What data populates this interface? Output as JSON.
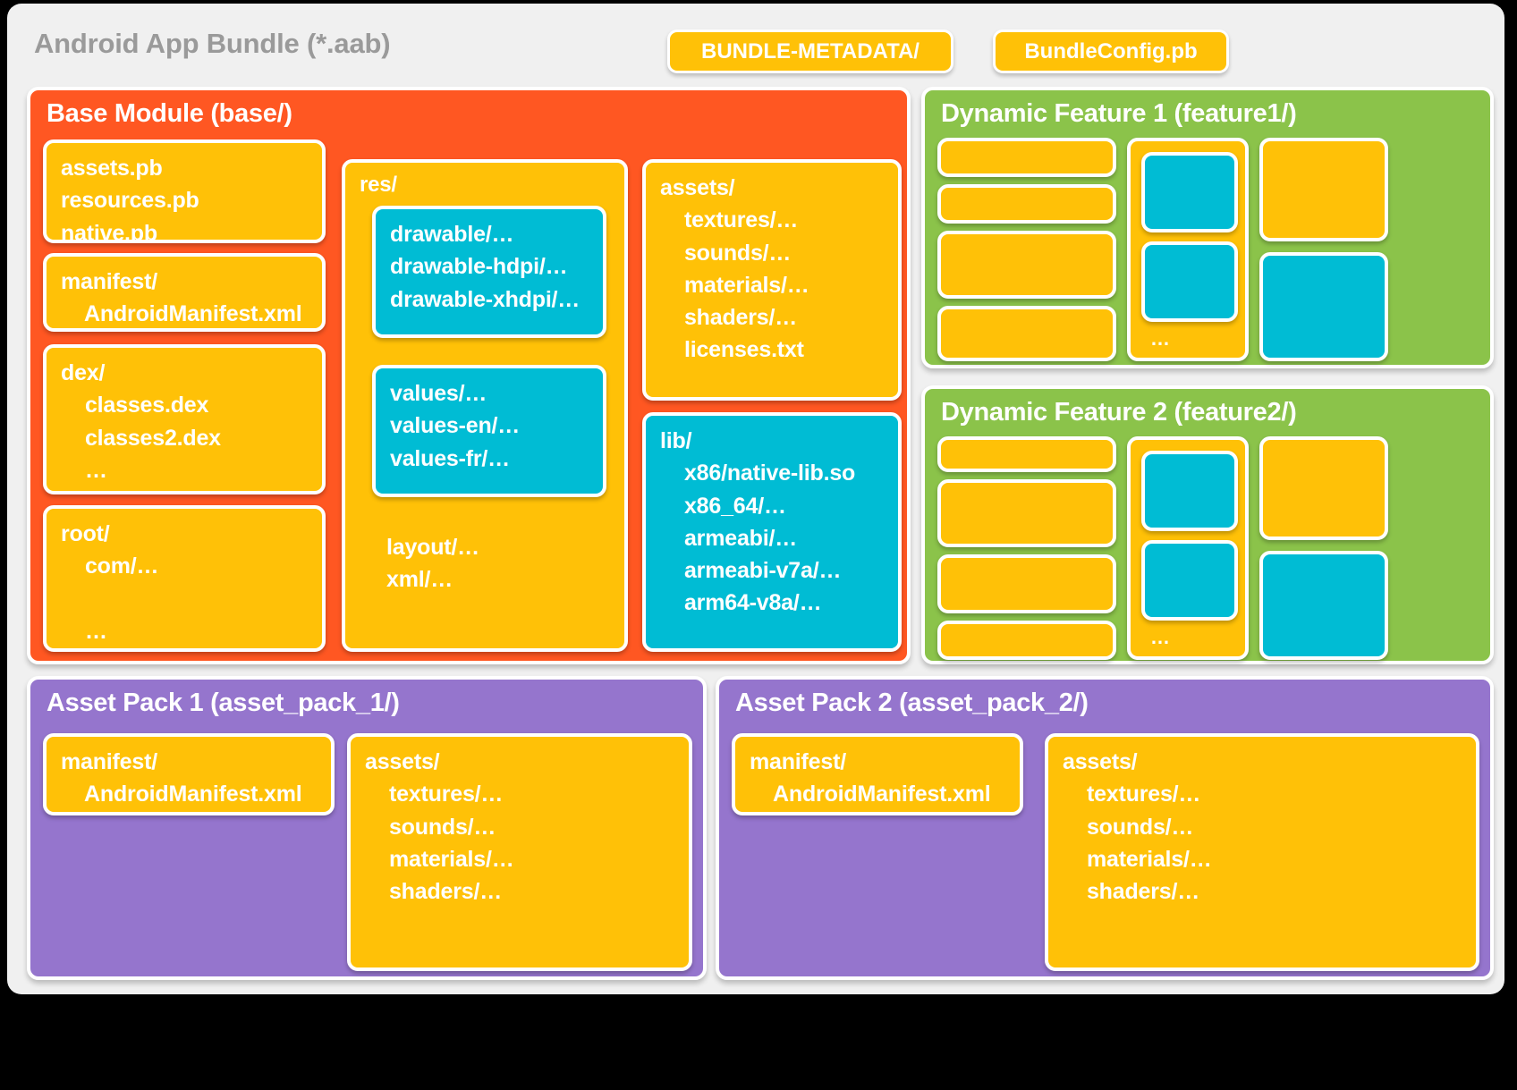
{
  "header": {
    "title": "Android App Bundle (*.aab)",
    "chips": [
      {
        "label": "BUNDLE-METADATA/"
      },
      {
        "label": "BundleConfig.pb"
      }
    ]
  },
  "colors": {
    "background": "#000000",
    "card": "#F0F0F0",
    "base_module": "#FF5722",
    "dynamic_feature": "#8BC34A",
    "asset_pack": "#9575CD",
    "yellow_box": "#FFC107",
    "cyan_box": "#00BCD4",
    "title_text": "#9A9A9A",
    "box_text": "#FFFFFF"
  },
  "base_module": {
    "title": "Base Module (base/)",
    "column_1": [
      {
        "name": "protos-box",
        "color": "yellow",
        "text": "assets.pb\nresources.pb\nnative.pb"
      },
      {
        "name": "manifest-box",
        "color": "yellow",
        "text": "manifest/\n    AndroidManifest.xml"
      },
      {
        "name": "dex-box",
        "color": "yellow",
        "text": "dex/\n    classes.dex\n    classes2.dex\n    …"
      },
      {
        "name": "root-box",
        "color": "yellow",
        "text": "root/\n    com/…\n\n    …"
      }
    ],
    "res_box": {
      "name": "res-box",
      "color": "yellow",
      "title": "res/",
      "children": [
        {
          "name": "drawable-box",
          "color": "cyan",
          "text": "drawable/…\ndrawable-hdpi/…\ndrawable-xhdpi/…\n\n…"
        },
        {
          "name": "values-box",
          "color": "cyan",
          "text": "values/…\nvalues-en/…\nvalues-fr/…\n\n…"
        }
      ],
      "trailing_text": "layout/…\nxml/…\n\n…"
    },
    "column_3": [
      {
        "name": "assets-box",
        "color": "yellow",
        "text": "assets/\n    textures/…\n    sounds/…\n    materials/…\n    shaders/…\n    licenses.txt"
      },
      {
        "name": "lib-box",
        "color": "cyan",
        "text": "lib/\n    x86/native-lib.so\n    x86_64/…\n    armeabi/…\n    armeabi-v7a/…\n    arm64-v8a/…"
      }
    ]
  },
  "dynamic_features": [
    {
      "name": "dynamic-feature-1",
      "title": "Dynamic Feature 1 (feature1/)",
      "left_bars": [
        {
          "name": "feature-bar",
          "color": "yellow",
          "height": 44
        },
        {
          "name": "feature-bar",
          "color": "yellow",
          "height": 44
        },
        {
          "name": "feature-bar",
          "color": "yellow",
          "height": 76
        },
        {
          "name": "feature-bar",
          "color": "yellow",
          "height": 76
        }
      ],
      "res_container": {
        "name": "feature-res-box",
        "color": "yellow",
        "ellipsis": "…",
        "children": [
          {
            "name": "feature-res-child",
            "color": "cyan"
          },
          {
            "name": "feature-res-child",
            "color": "cyan"
          }
        ]
      },
      "right_column": [
        {
          "name": "feature-assets-box",
          "color": "yellow"
        },
        {
          "name": "feature-lib-box",
          "color": "cyan"
        }
      ]
    },
    {
      "name": "dynamic-feature-2",
      "title": "Dynamic Feature 2 (feature2/)",
      "left_bars": [
        {
          "name": "feature-bar",
          "color": "yellow",
          "height": 40
        },
        {
          "name": "feature-bar",
          "color": "yellow",
          "height": 76
        },
        {
          "name": "feature-bar",
          "color": "yellow",
          "height": 66
        },
        {
          "name": "feature-bar",
          "color": "yellow",
          "height": 52
        }
      ],
      "res_container": {
        "name": "feature-res-box",
        "color": "yellow",
        "ellipsis": "…",
        "children": [
          {
            "name": "feature-res-child",
            "color": "cyan"
          },
          {
            "name": "feature-res-child",
            "color": "cyan"
          }
        ]
      },
      "right_column": [
        {
          "name": "feature-assets-box",
          "color": "yellow"
        },
        {
          "name": "feature-lib-box",
          "color": "cyan"
        }
      ]
    }
  ],
  "asset_packs": [
    {
      "name": "asset-pack-1",
      "title": "Asset Pack 1 (asset_pack_1/)",
      "manifest": {
        "name": "assetpack-manifest-box",
        "color": "yellow",
        "text": "manifest/\n    AndroidManifest.xml"
      },
      "assets": {
        "name": "assetpack-assets-box",
        "color": "yellow",
        "text": "assets/\n    textures/…\n    sounds/…\n    materials/…\n    shaders/…"
      }
    },
    {
      "name": "asset-pack-2",
      "title": "Asset Pack 2 (asset_pack_2/)",
      "manifest": {
        "name": "assetpack-manifest-box",
        "color": "yellow",
        "text": "manifest/\n    AndroidManifest.xml"
      },
      "assets": {
        "name": "assetpack-assets-box",
        "color": "yellow",
        "text": "assets/\n    textures/…\n    sounds/…\n    materials/…\n    shaders/…"
      }
    }
  ]
}
